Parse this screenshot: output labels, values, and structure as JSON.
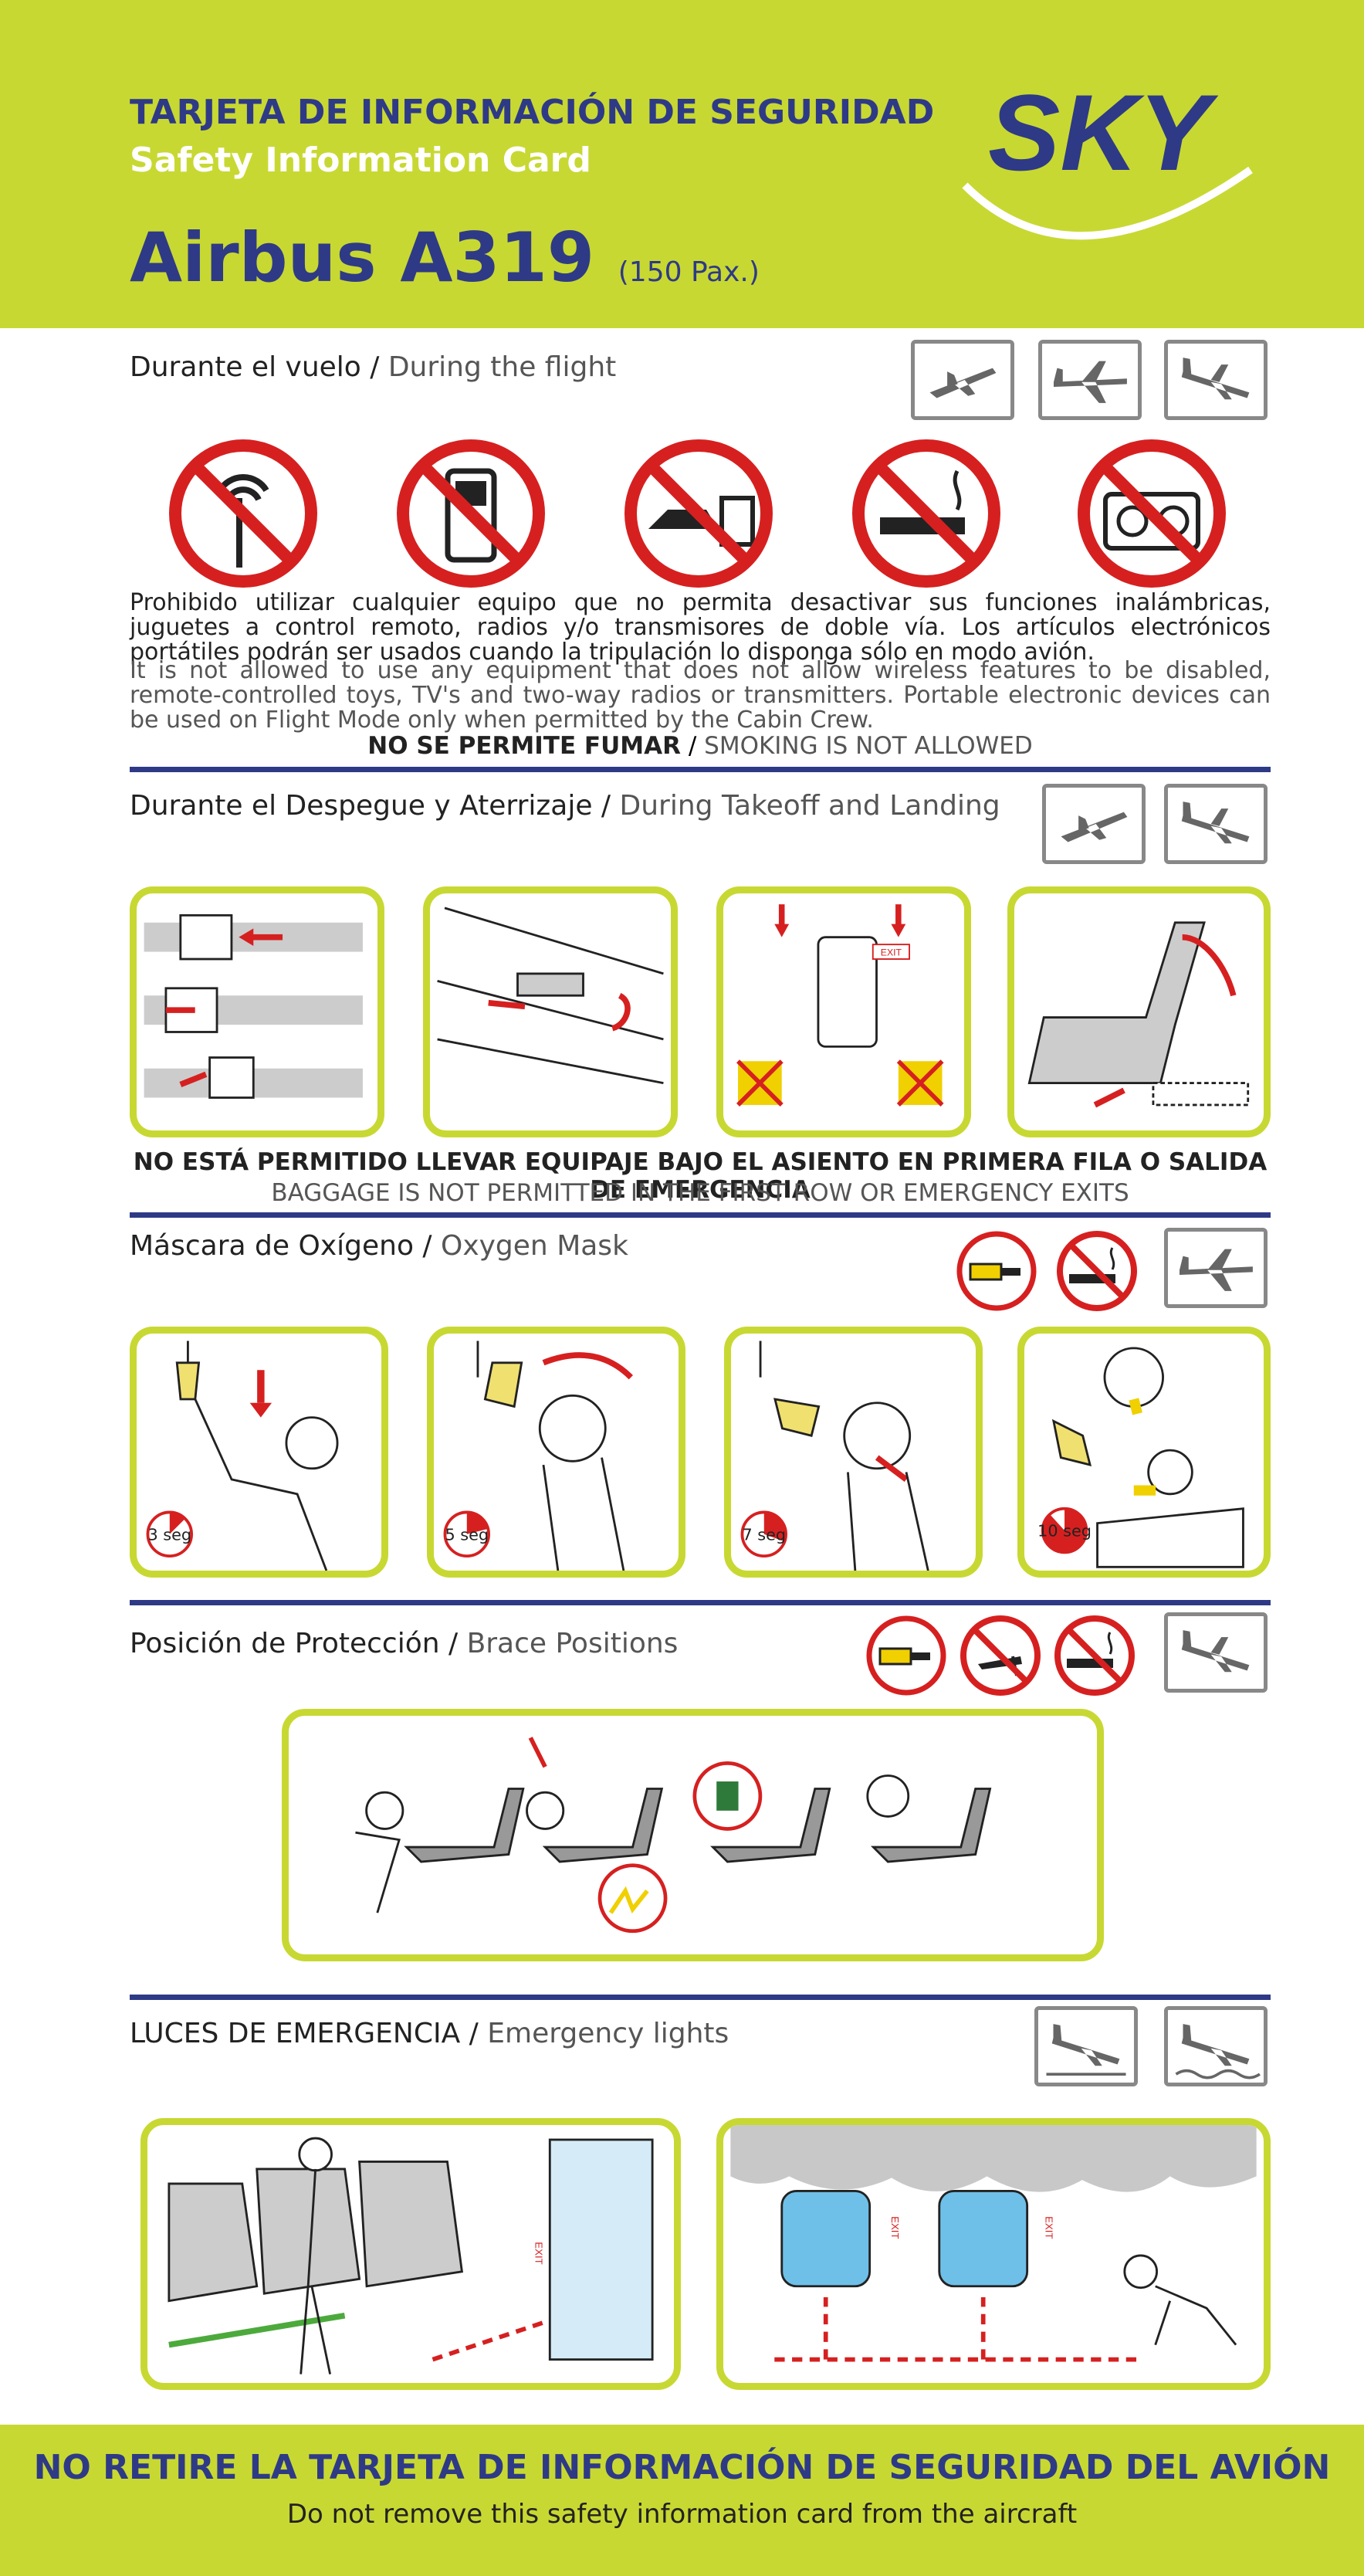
{
  "header": {
    "title_es": "TARJETA DE INFORMACIÓN DE SEGURIDAD",
    "title_en": "Safety Information Card",
    "model": "Airbus A319",
    "pax": "(150 Pax.)",
    "logo": "SKY"
  },
  "sections": {
    "flight": {
      "title_es": "Durante el vuelo",
      "separator": " / ",
      "title_en": "During the flight",
      "prohibited_icons": [
        "no-antenna-icon",
        "no-mobile-phone-icon",
        "no-remote-control-toy-icon",
        "no-smoking-icon",
        "no-radio-icon"
      ],
      "text_es": "Prohibido utilizar cualquier equipo que no permita desactivar sus funciones inalámbricas, juguetes a control remoto, radios y/o transmisores de doble vía. Los artículos electrónicos portátiles podrán ser usados cuando la tripulación lo disponga sólo en modo avión.",
      "text_en": "It is not allowed to use any equipment that does not allow wireless features to be disabled, remote-controlled toys, TV's and two-way radios or transmitters. Portable electronic devices can be used on Flight Mode only when permitted by the Cabin Crew.",
      "note_es": "NO SE PERMITE FUMAR",
      "note_en": "SMOKING IS NOT ALLOWED"
    },
    "takeoff": {
      "title_es": "Durante el Despegue y Aterrizaje",
      "separator": " / ",
      "title_en": "During Takeoff and Landing",
      "exit_sign": "EXIT",
      "note_es": "NO ESTÁ PERMITIDO LLEVAR EQUIPAJE BAJO EL ASIENTO EN PRIMERA FILA O SALIDA DE EMERGENCIA",
      "note_en": "BAGGAGE IS NOT PERMITTED IN THE FIRST ROW OR EMERGENCY EXITS"
    },
    "oxygen": {
      "title_es": "Máscara de Oxígeno",
      "separator": " / ",
      "title_en": "Oxygen Mask",
      "steps": [
        "3 seg",
        "5 seg",
        "7 seg",
        "10 seg"
      ]
    },
    "brace": {
      "title_es": "Posición de Protección",
      "separator": " / ",
      "title_en": "Brace Positions"
    },
    "lights": {
      "title_es": "LUCES DE EMERGENCIA",
      "separator": " / ",
      "title_en": "Emergency lights",
      "exit_label": "EXIT"
    }
  },
  "footer": {
    "text_es": "NO RETIRE LA TARJETA DE INFORMACIÓN DE SEGURIDAD DEL AVIÓN",
    "text_en": "Do not remove this safety information card from the aircraft"
  },
  "colors": {
    "accent_green": "#c8d832",
    "brand_navy": "#2e3a86",
    "prohibition_red": "#d62020",
    "icon_gray": "#888888"
  }
}
